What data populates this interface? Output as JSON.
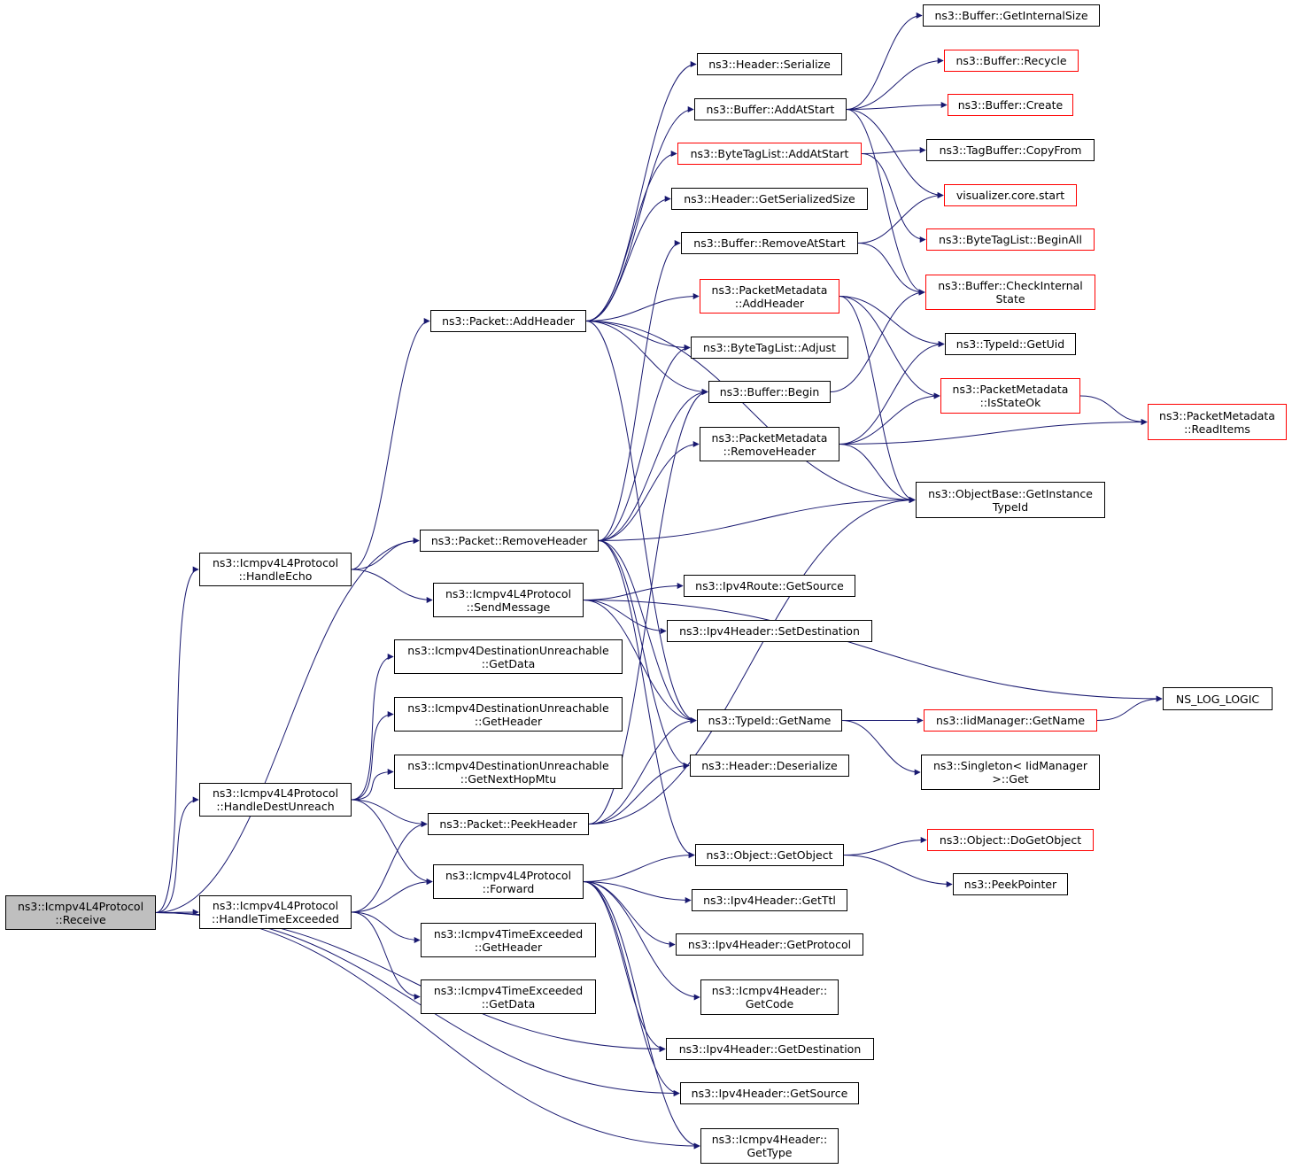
{
  "colors": {
    "edge": "#191970",
    "border_default": "#000000",
    "border_truncated": "#ff0000",
    "root_fill": "#bfbfbf"
  },
  "nodes": {
    "root": {
      "line1": "ns3::Icmpv4L4Protocol",
      "line2": "::Receive"
    },
    "handle_echo": {
      "line1": "ns3::Icmpv4L4Protocol",
      "line2": "::HandleEcho"
    },
    "handle_dest_unreach": {
      "line1": "ns3::Icmpv4L4Protocol",
      "line2": "::HandleDestUnreach"
    },
    "handle_time_exceeded": {
      "line1": "ns3::Icmpv4L4Protocol",
      "line2": "::HandleTimeExceeded"
    },
    "packet_add_header": {
      "line1": "ns3::Packet::AddHeader"
    },
    "packet_remove_header": {
      "line1": "ns3::Packet::RemoveHeader"
    },
    "send_message": {
      "line1": "ns3::Icmpv4L4Protocol",
      "line2": "::SendMessage"
    },
    "du_get_data": {
      "line1": "ns3::Icmpv4DestinationUnreachable",
      "line2": "::GetData"
    },
    "du_get_header": {
      "line1": "ns3::Icmpv4DestinationUnreachable",
      "line2": "::GetHeader"
    },
    "du_get_next_hop_mtu": {
      "line1": "ns3::Icmpv4DestinationUnreachable",
      "line2": "::GetNextHopMtu"
    },
    "packet_peek_header": {
      "line1": "ns3::Packet::PeekHeader"
    },
    "forward": {
      "line1": "ns3::Icmpv4L4Protocol",
      "line2": "::Forward"
    },
    "te_get_header": {
      "line1": "ns3::Icmpv4TimeExceeded",
      "line2": "::GetHeader"
    },
    "te_get_data": {
      "line1": "ns3::Icmpv4TimeExceeded",
      "line2": "::GetData"
    },
    "header_serialize": {
      "line1": "ns3::Header::Serialize"
    },
    "buffer_add_at_start": {
      "line1": "ns3::Buffer::AddAtStart"
    },
    "bytetaglist_add_at_start": {
      "line1": "ns3::ByteTagList::AddAtStart"
    },
    "header_get_serialized_size": {
      "line1": "ns3::Header::GetSerializedSize"
    },
    "buffer_remove_at_start": {
      "line1": "ns3::Buffer::RemoveAtStart"
    },
    "pm_add_header": {
      "line1": "ns3::PacketMetadata",
      "line2": "::AddHeader"
    },
    "bytetaglist_adjust": {
      "line1": "ns3::ByteTagList::Adjust"
    },
    "buffer_begin": {
      "line1": "ns3::Buffer::Begin"
    },
    "pm_remove_header": {
      "line1": "ns3::PacketMetadata",
      "line2": "::RemoveHeader"
    },
    "ipv4route_get_source": {
      "line1": "ns3::Ipv4Route::GetSource"
    },
    "ipv4header_set_destination": {
      "line1": "ns3::Ipv4Header::SetDestination"
    },
    "typeid_get_name": {
      "line1": "ns3::TypeId::GetName"
    },
    "header_deserialize": {
      "line1": "ns3::Header::Deserialize"
    },
    "object_get_object": {
      "line1": "ns3::Object::GetObject"
    },
    "ipv4header_get_ttl": {
      "line1": "ns3::Ipv4Header::GetTtl"
    },
    "ipv4header_get_protocol": {
      "line1": "ns3::Ipv4Header::GetProtocol"
    },
    "icmpv4header_get_code": {
      "line1": "ns3::Icmpv4Header::",
      "line2": "GetCode"
    },
    "ipv4header_get_destination": {
      "line1": "ns3::Ipv4Header::GetDestination"
    },
    "ipv4header_get_source": {
      "line1": "ns3::Ipv4Header::GetSource"
    },
    "icmpv4header_get_type": {
      "line1": "ns3::Icmpv4Header::",
      "line2": "GetType"
    },
    "buffer_get_internal_size": {
      "line1": "ns3::Buffer::GetInternalSize"
    },
    "buffer_recycle": {
      "line1": "ns3::Buffer::Recycle"
    },
    "buffer_create": {
      "line1": "ns3::Buffer::Create"
    },
    "tagbuffer_copy_from": {
      "line1": "ns3::TagBuffer::CopyFrom"
    },
    "visualizer_core_start": {
      "line1": "visualizer.core.start"
    },
    "bytetaglist_begin_all": {
      "line1": "ns3::ByteTagList::BeginAll"
    },
    "buffer_check_internal_state": {
      "line1": "ns3::Buffer::CheckInternal",
      "line2": "State"
    },
    "typeid_get_uid": {
      "line1": "ns3::TypeId::GetUid"
    },
    "pm_is_state_ok": {
      "line1": "ns3::PacketMetadata",
      "line2": "::IsStateOk"
    },
    "objectbase_get_instance_typeid": {
      "line1": "ns3::ObjectBase::GetInstance",
      "line2": "TypeId"
    },
    "iidmanager_get_name": {
      "line1": "ns3::IidManager::GetName"
    },
    "singleton_iidmanager_get": {
      "line1": "ns3::Singleton< IidManager",
      "line2": ">::Get"
    },
    "object_do_get_object": {
      "line1": "ns3::Object::DoGetObject"
    },
    "peek_pointer": {
      "line1": "ns3::PeekPointer"
    },
    "pm_read_items": {
      "line1": "ns3::PacketMetadata",
      "line2": "::ReadItems"
    },
    "ns_log_logic": {
      "line1": "NS_LOG_LOGIC"
    }
  },
  "edges": [
    [
      "root",
      "handle_echo"
    ],
    [
      "root",
      "handle_dest_unreach"
    ],
    [
      "root",
      "handle_time_exceeded"
    ],
    [
      "root",
      "packet_remove_header"
    ],
    [
      "root",
      "ipv4header_get_destination"
    ],
    [
      "root",
      "ipv4header_get_source"
    ],
    [
      "root",
      "icmpv4header_get_type"
    ],
    [
      "handle_echo",
      "packet_add_header"
    ],
    [
      "handle_echo",
      "packet_remove_header"
    ],
    [
      "handle_echo",
      "send_message"
    ],
    [
      "handle_dest_unreach",
      "du_get_data"
    ],
    [
      "handle_dest_unreach",
      "du_get_header"
    ],
    [
      "handle_dest_unreach",
      "du_get_next_hop_mtu"
    ],
    [
      "handle_dest_unreach",
      "packet_peek_header"
    ],
    [
      "handle_dest_unreach",
      "forward"
    ],
    [
      "handle_time_exceeded",
      "packet_peek_header"
    ],
    [
      "handle_time_exceeded",
      "forward"
    ],
    [
      "handle_time_exceeded",
      "te_get_header"
    ],
    [
      "handle_time_exceeded",
      "te_get_data"
    ],
    [
      "packet_add_header",
      "header_serialize"
    ],
    [
      "packet_add_header",
      "buffer_add_at_start"
    ],
    [
      "packet_add_header",
      "bytetaglist_add_at_start"
    ],
    [
      "packet_add_header",
      "header_get_serialized_size"
    ],
    [
      "packet_add_header",
      "pm_add_header"
    ],
    [
      "packet_add_header",
      "bytetaglist_adjust"
    ],
    [
      "packet_add_header",
      "buffer_begin"
    ],
    [
      "packet_add_header",
      "objectbase_get_instance_typeid"
    ],
    [
      "packet_add_header",
      "typeid_get_name"
    ],
    [
      "packet_remove_header",
      "buffer_remove_at_start"
    ],
    [
      "packet_remove_header",
      "bytetaglist_adjust"
    ],
    [
      "packet_remove_header",
      "buffer_begin"
    ],
    [
      "packet_remove_header",
      "pm_remove_header"
    ],
    [
      "packet_remove_header",
      "objectbase_get_instance_typeid"
    ],
    [
      "packet_remove_header",
      "typeid_get_name"
    ],
    [
      "packet_remove_header",
      "header_deserialize"
    ],
    [
      "packet_remove_header",
      "object_get_object"
    ],
    [
      "send_message",
      "ipv4route_get_source"
    ],
    [
      "send_message",
      "ipv4header_set_destination"
    ],
    [
      "send_message",
      "typeid_get_name"
    ],
    [
      "send_message",
      "ns_log_logic"
    ],
    [
      "packet_peek_header",
      "header_deserialize"
    ],
    [
      "packet_peek_header",
      "buffer_begin"
    ],
    [
      "packet_peek_header",
      "typeid_get_name"
    ],
    [
      "packet_peek_header",
      "objectbase_get_instance_typeid"
    ],
    [
      "forward",
      "object_get_object"
    ],
    [
      "forward",
      "ipv4header_get_ttl"
    ],
    [
      "forward",
      "ipv4header_get_protocol"
    ],
    [
      "forward",
      "icmpv4header_get_code"
    ],
    [
      "forward",
      "ipv4header_get_destination"
    ],
    [
      "forward",
      "ipv4header_get_source"
    ],
    [
      "forward",
      "icmpv4header_get_type"
    ],
    [
      "buffer_add_at_start",
      "buffer_get_internal_size"
    ],
    [
      "buffer_add_at_start",
      "buffer_recycle"
    ],
    [
      "buffer_add_at_start",
      "buffer_create"
    ],
    [
      "buffer_add_at_start",
      "visualizer_core_start"
    ],
    [
      "buffer_add_at_start",
      "buffer_check_internal_state"
    ],
    [
      "bytetaglist_add_at_start",
      "tagbuffer_copy_from"
    ],
    [
      "bytetaglist_add_at_start",
      "bytetaglist_begin_all"
    ],
    [
      "buffer_remove_at_start",
      "visualizer_core_start"
    ],
    [
      "buffer_remove_at_start",
      "buffer_check_internal_state"
    ],
    [
      "pm_add_header",
      "typeid_get_uid"
    ],
    [
      "pm_add_header",
      "pm_is_state_ok"
    ],
    [
      "pm_add_header",
      "objectbase_get_instance_typeid"
    ],
    [
      "buffer_begin",
      "buffer_check_internal_state"
    ],
    [
      "pm_remove_header",
      "typeid_get_uid"
    ],
    [
      "pm_remove_header",
      "pm_is_state_ok"
    ],
    [
      "pm_remove_header",
      "pm_read_items"
    ],
    [
      "pm_remove_header",
      "objectbase_get_instance_typeid"
    ],
    [
      "pm_is_state_ok",
      "pm_read_items"
    ],
    [
      "typeid_get_name",
      "iidmanager_get_name"
    ],
    [
      "typeid_get_name",
      "singleton_iidmanager_get"
    ],
    [
      "iidmanager_get_name",
      "ns_log_logic"
    ],
    [
      "object_get_object",
      "object_do_get_object"
    ],
    [
      "object_get_object",
      "peek_pointer"
    ]
  ]
}
